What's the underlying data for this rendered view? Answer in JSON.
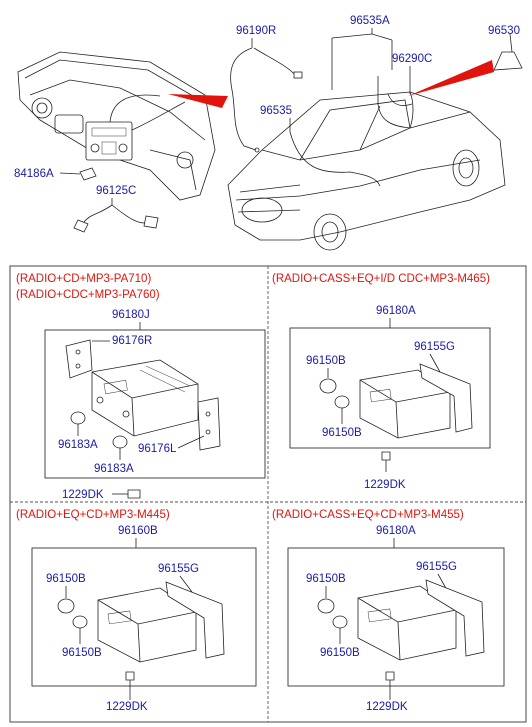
{
  "top_labels": {
    "p96190R": "96190R",
    "p96535A": "96535A",
    "p96530": "96530",
    "p96290C": "96290C",
    "p96535": "96535",
    "p84186A": "84186A",
    "p96125C": "96125C"
  },
  "panels": [
    {
      "variant_lines": [
        "(RADIO+CD+MP3-PA710)",
        "(RADIO+CDC+MP3-PA760)"
      ],
      "parts": [
        "96180J",
        "96176R",
        "96183A",
        "96183A",
        "96176L",
        "1229DK"
      ]
    },
    {
      "variant_lines": [
        "(RADIO+CASS+EQ+I/D CDC+MP3-M465)"
      ],
      "parts": [
        "96180A",
        "96155G",
        "96150B",
        "96150B",
        "1229DK"
      ]
    },
    {
      "variant_lines": [
        "(RADIO+EQ+CD+MP3-M445)"
      ],
      "parts": [
        "96160B",
        "96150B",
        "96155G",
        "96150B",
        "1229DK"
      ]
    },
    {
      "variant_lines": [
        "(RADIO+CASS+EQ+CD+MP3-M455)"
      ],
      "parts": [
        "96180A",
        "96150B",
        "96155G",
        "96150B",
        "1229DK"
      ]
    }
  ],
  "colors": {
    "part_number": "#1a1aa6",
    "variant": "#e0140c",
    "pointer": "#e0140c"
  }
}
